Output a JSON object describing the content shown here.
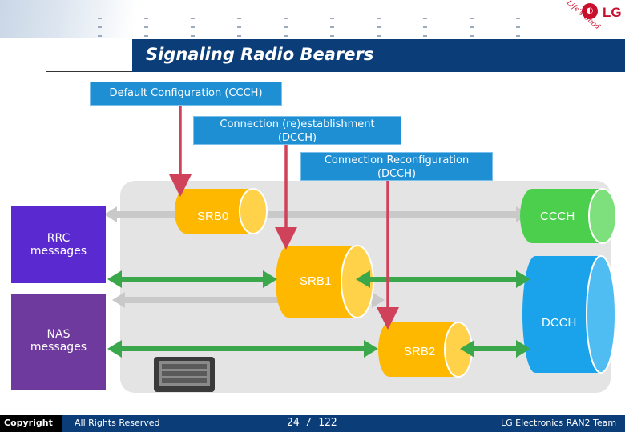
{
  "header": {
    "title": "Signaling Radio Bearers",
    "logo": {
      "brand": "LG",
      "tagline": "Life's Good",
      "color": "#c8102e"
    }
  },
  "config_boxes": {
    "default": "Default Configuration (CCCH)",
    "establishment_line1": "Connection (re)establishment",
    "establishment_line2": "(DCCH)",
    "reconfig_line1": "Connection Reconfiguration",
    "reconfig_line2": "(DCCH)"
  },
  "bearers": {
    "srb0": "SRB0",
    "srb1": "SRB1",
    "srb2": "SRB2"
  },
  "channels": {
    "ccch": "CCCH",
    "dcch": "DCCH"
  },
  "message_boxes": {
    "rrc_line1": "RRC",
    "rrc_line2": "messages",
    "nas_line1": "NAS",
    "nas_line2": "messages"
  },
  "footer": {
    "copyright": "Copyright",
    "rights": "All Rights Reserved",
    "page": "24 / 122",
    "team": "LG Electronics RAN2 Team"
  },
  "colors": {
    "title_bar": "#0b3d78",
    "config_box": "#1f8fd4",
    "srb": "#ffb800",
    "ccch": "#4ccf4c",
    "dcch": "#1aa3ea",
    "messages": "#5a2ad0",
    "arrow_green": "#3aa84a",
    "arrow_red": "#d0415a"
  },
  "icons": [
    "lg-logo-icon",
    "phone-icon"
  ]
}
